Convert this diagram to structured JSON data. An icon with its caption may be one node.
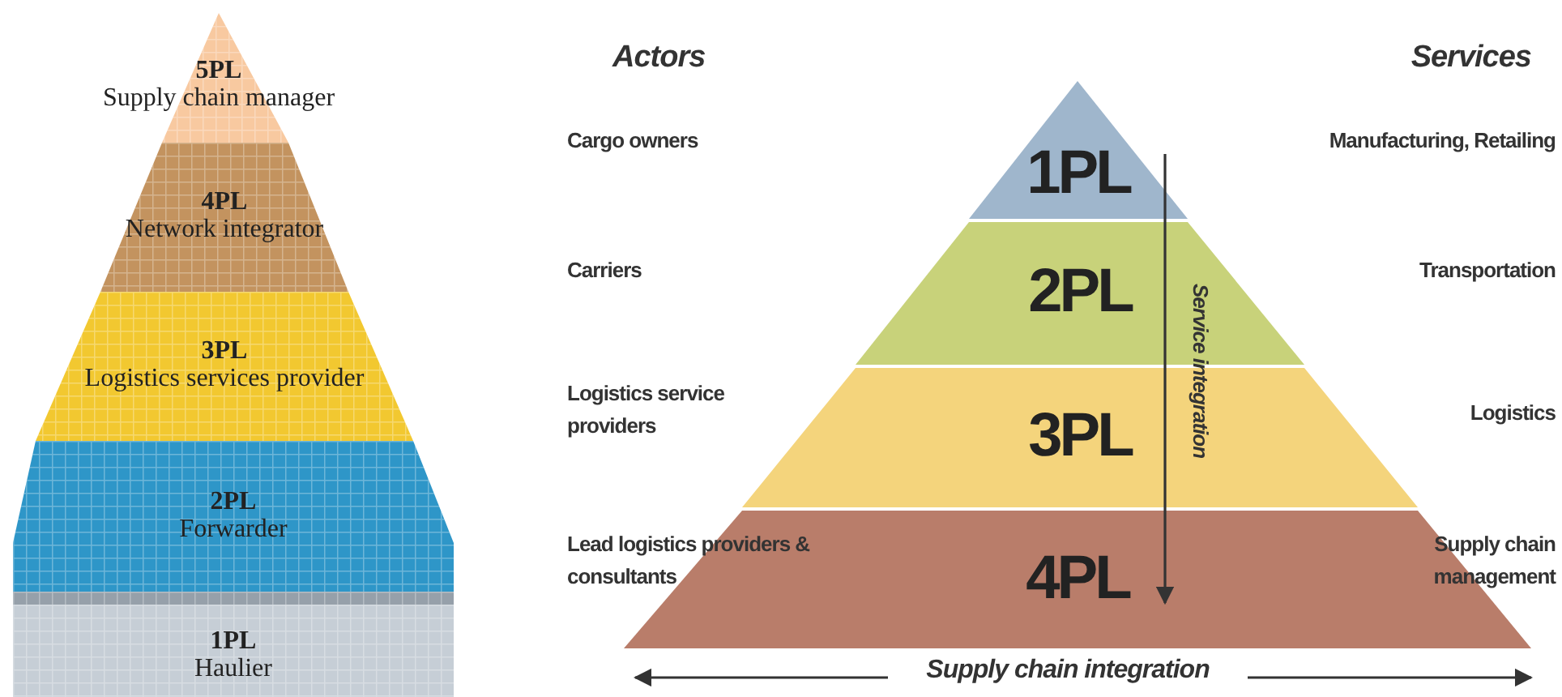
{
  "diagram": {
    "nodes": [
      {
        "text": [
          "5PL",
          "Supply chain manager"
        ]
      },
      {
        "text": [
          "4PL",
          "Network integrator"
        ]
      },
      {
        "text": [
          "3PL",
          "Logistics services provider"
        ]
      },
      {
        "text": [
          "2PL",
          "Forwarder"
        ]
      },
      {
        "text": [
          "1PL",
          "Haulier"
        ]
      },
      {
        "text": [
          "1PL"
        ]
      },
      {
        "text": [
          "2PL"
        ]
      },
      {
        "text": [
          "3PL"
        ]
      },
      {
        "text": [
          "4PL"
        ]
      }
    ],
    "labels": [
      "Actors",
      "Services",
      "Cargo owners",
      "Manufacturing, Retailing",
      "Carriers",
      "Transportation",
      "Logistics service providers",
      "Logistics",
      "Lead logistics providers & consultants",
      "Supply chain management",
      "Service integration",
      "Supply chain integration"
    ]
  }
}
